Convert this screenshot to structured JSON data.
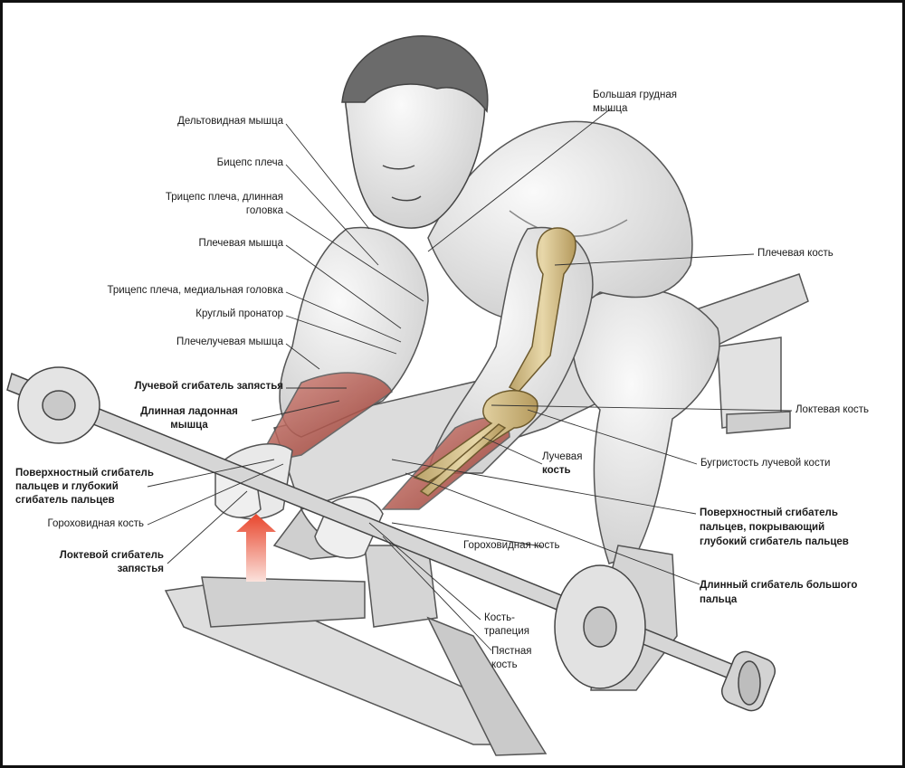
{
  "labels": {
    "deltoid": "Дельтовидная мышца",
    "biceps": "Бицепс плеча",
    "triceps_long_1": "Трицепс плеча, длинная",
    "triceps_long_2": "головка",
    "brachialis": "Плечевая мышца",
    "triceps_medial": "Трицепс плеча, медиальная головка",
    "pronator": "Круглый пронатор",
    "brachioradialis": "Плечелучевая мышца",
    "fcr": "Лучевой сгибатель запястья",
    "palmaris_1": "Длинная ладонная",
    "palmaris_2": "мышца",
    "fds_left_1": "Поверхностный сгибатель",
    "fds_left_2": "пальцев и глубокий",
    "fds_left_3": "сгибатель пальцев",
    "pisiform_left": "Гороховидная кость",
    "fcu_1": "Локтевой сгибатель",
    "fcu_2": "запястья",
    "pectoralis_1": "Большая грудная",
    "pectoralis_2": "мышца",
    "humerus": "Плечевая кость",
    "ulna": "Локтевая кость",
    "radius_1": "Лучевая",
    "radius_2": "кость",
    "radial_tuberosity": "Бугристость лучевой кости",
    "fds_right_1": "Поверхностный сгибатель",
    "fds_right_2": "пальцев, покрывающий",
    "fds_right_3": "глубокий сгибатель пальцев",
    "pisiform_right": "Гороховидная кость",
    "fpl_1": "Длинный сгибатель большого",
    "fpl_2": "пальца",
    "trapezium_1": "Кость-",
    "trapezium_2": "трапеция",
    "metacarpal_1": "Пястная",
    "metacarpal_2": "кость"
  },
  "colors": {
    "muscle": "#c0392b",
    "bone": "#d9c48f",
    "arrow": "#e8452c",
    "line": "#333333"
  }
}
